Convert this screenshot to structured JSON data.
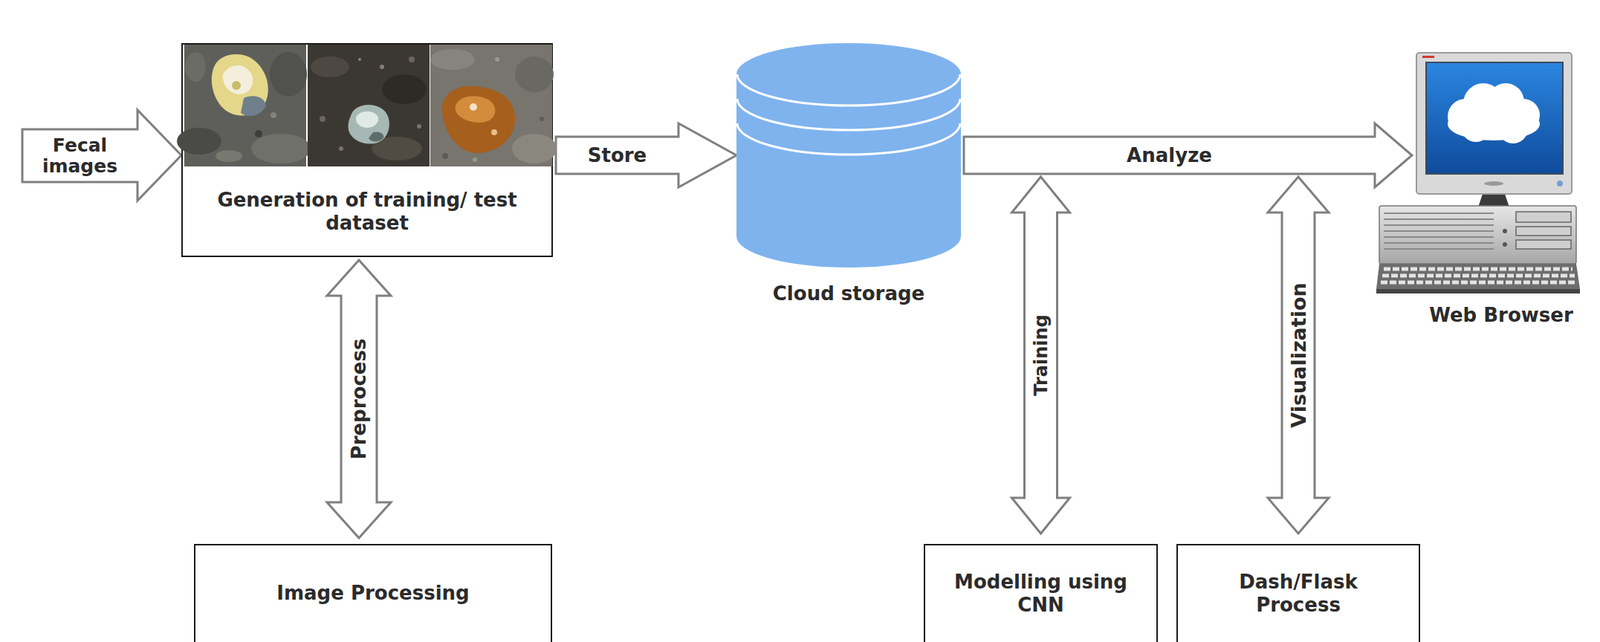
{
  "diagram": {
    "nodes": [
      {
        "text": [
          "Generation of training/ test dataset"
        ]
      },
      {
        "text": [
          "Cloud storage"
        ]
      },
      {
        "text": [
          "Web Browser"
        ]
      },
      {
        "text": [
          "Image Processing"
        ]
      },
      {
        "text": [
          "Modelling using CNN"
        ]
      },
      {
        "text": [
          "Dash/Flask Process"
        ]
      }
    ],
    "edges": [
      {
        "from": 0,
        "to": 1,
        "label": "Store",
        "arrow": "to"
      },
      {
        "from": 1,
        "to": 2,
        "label": "Analyze",
        "arrow": "to"
      },
      {
        "from": 0,
        "to": 3,
        "label": "Preprocess",
        "arrow": "both"
      },
      {
        "from": 1,
        "to": 4,
        "label": "Training",
        "arrow": "both"
      },
      {
        "from": 2,
        "to": 5,
        "label": "Visualization",
        "arrow": "both"
      }
    ],
    "labels": [
      "Fecal images"
    ]
  }
}
